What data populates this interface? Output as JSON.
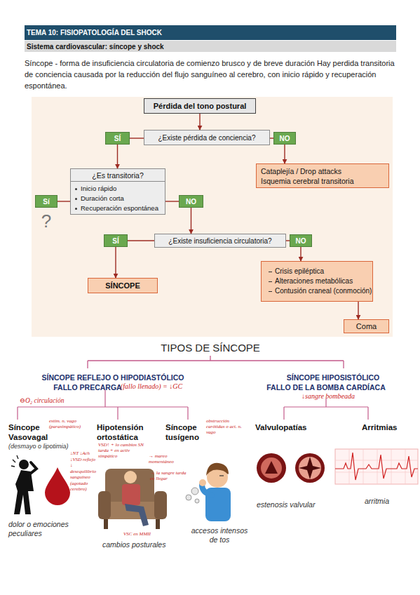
{
  "diagram": {
    "title": "TEMA 10: FISIOPATOLOGÍA DEL SHOCK",
    "nodes": [
      {
        "text": [
          "Sistema cardiovascular: síncope y shock"
        ]
      },
      {
        "text": [
          "Pérdida del tono postural"
        ]
      },
      {
        "text": [
          "SÍ"
        ]
      },
      {
        "text": [
          "¿Existe pérdida de conciencia?"
        ]
      },
      {
        "text": [
          "NO"
        ]
      },
      {
        "text": [
          "Cataplejía / Drop attacks",
          "Isquemia cerebral transitoria"
        ]
      },
      {
        "text": [
          "¿Es transitoria?",
          "Inicio rápido",
          "Duración corta",
          "Recuperación espontánea"
        ]
      },
      {
        "text": [
          "Sí"
        ]
      },
      {
        "text": [
          "NO"
        ]
      },
      {
        "text": [
          "SÍ"
        ]
      },
      {
        "text": [
          "¿Existe insuficiencia circulatoria?"
        ]
      },
      {
        "text": [
          "NO"
        ]
      },
      {
        "text": [
          "Crisis epiléptica",
          "Alteraciones metabólicas",
          "Contusión craneal (conmoción)"
        ]
      },
      {
        "text": [
          "SÍNCOPE"
        ]
      },
      {
        "text": [
          "Coma"
        ]
      }
    ],
    "edges": [
      {
        "from": 1,
        "to": 3,
        "arrow": "to"
      },
      {
        "from": 3,
        "to": 2,
        "arrow": "none"
      },
      {
        "from": 3,
        "to": 4,
        "arrow": "none"
      },
      {
        "from": 2,
        "to": 6,
        "arrow": "to"
      },
      {
        "from": 4,
        "to": 5,
        "arrow": "to"
      },
      {
        "from": 6,
        "to": 7,
        "arrow": "none"
      },
      {
        "from": 6,
        "to": 8,
        "arrow": "none"
      },
      {
        "from": 8,
        "to": 10,
        "arrow": "to"
      },
      {
        "from": 10,
        "to": 9,
        "arrow": "none"
      },
      {
        "from": 10,
        "to": 11,
        "arrow": "none"
      },
      {
        "from": 9,
        "to": 13,
        "arrow": "to"
      },
      {
        "from": 11,
        "to": 12,
        "arrow": "to"
      },
      {
        "from": 12,
        "to": 14,
        "arrow": "to"
      }
    ],
    "labels": [
      "Síncope - forma de insuficiencia circulatoria de comienzo brusco y de breve duración Hay perdida transitoria de conciencia causada por la reducción del flujo sanguíneo al cerebro, con inicio rápido y recuperación espontánea.",
      "?",
      "TIPOS DE SÍNCOPE",
      "SÍNCOPE REFLEJO O HIPODIASTÓLICO",
      "FALLO PRECARGA",
      "(fallo llenado) = ↓GC",
      "SÍNCOPE HIPOSISTÓLICO",
      "FALLO DE LA BOMBA CARDÍACA",
      "↓sangre bombeada",
      "⊖O₂ circulación",
      "Síncope Vasovagal",
      "(desmayo o lipotimia)",
      "estim. n. vago (parasimpático)",
      "↓NT ↓Ach ↓VSD reflejo ↓ desequilibrio sanguíneo (agotado cerebro)",
      "dolor o emociones peculiares",
      "Hipotensión ortostática",
      "VSD↑ + lo cambios SN tarda + en activ simpático",
      "→ mareo momentáneo",
      "→ la sangre tarda en llegar",
      "VSC en MMII",
      "cambios posturales",
      "Síncope tusígeno",
      "obstrucción carótidas o act. n. vago",
      "accesos intensos de tos",
      "Valvulopatías",
      "estenosis valvular",
      "Arritmias",
      "arritmia"
    ]
  }
}
